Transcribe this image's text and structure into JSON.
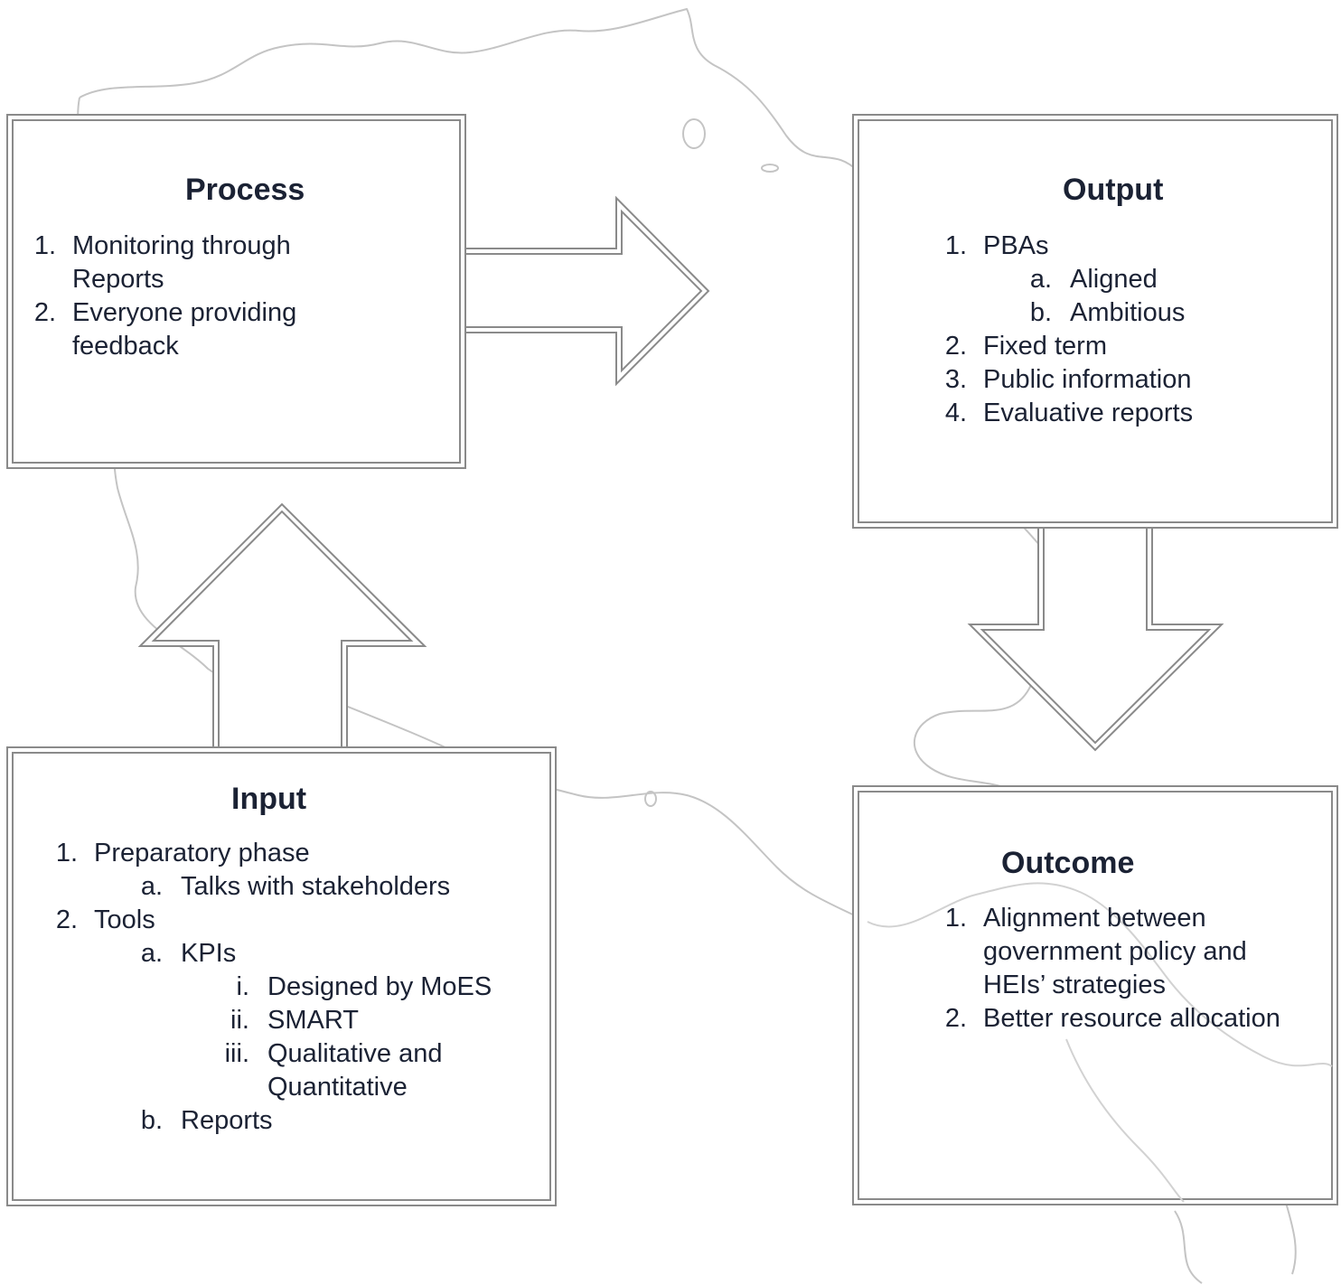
{
  "colors": {
    "text": "#1b2234",
    "border": "#8a8a8a",
    "map_outline": "#c4c4c4",
    "background": "#ffffff"
  },
  "process": {
    "title": "Process",
    "items": [
      {
        "num": "1.",
        "text": "Monitoring through Reports",
        "line1": "Monitoring through",
        "line2": "Reports"
      },
      {
        "num": "2.",
        "text": "Everyone providing feedback",
        "line1": "Everyone providing",
        "line2": "feedback"
      }
    ]
  },
  "output": {
    "title": "Output",
    "items": [
      {
        "num": "1.",
        "text": "PBAs"
      },
      {
        "num": "a.",
        "text": "Aligned"
      },
      {
        "num": "b.",
        "text": "Ambitious"
      },
      {
        "num": "2.",
        "text": "Fixed term"
      },
      {
        "num": "3.",
        "text": "Public information"
      },
      {
        "num": "4.",
        "text": "Evaluative reports"
      }
    ]
  },
  "input": {
    "title": "Input",
    "items": [
      {
        "num": "1.",
        "text": "Preparatory phase"
      },
      {
        "num": "a.",
        "text": "Talks with stakeholders"
      },
      {
        "num": "2.",
        "text": "Tools"
      },
      {
        "num": "a.",
        "text": "KPIs"
      },
      {
        "num": "i.",
        "text": "Designed by MoES"
      },
      {
        "num": "ii.",
        "text": "SMART"
      },
      {
        "num": "iii.",
        "text": "Qualitative and Quantitative",
        "line1": "Qualitative and",
        "line2": "Quantitative"
      },
      {
        "num": "b.",
        "text": "Reports"
      }
    ]
  },
  "outcome": {
    "title": "Outcome",
    "items": [
      {
        "num": "1.",
        "text": "Alignment between government policy and HEIs’ strategies",
        "line1": "Alignment between",
        "line2": "government policy and",
        "line3": "HEIs’ strategies"
      },
      {
        "num": "2.",
        "text": "Better resource allocation"
      }
    ]
  }
}
